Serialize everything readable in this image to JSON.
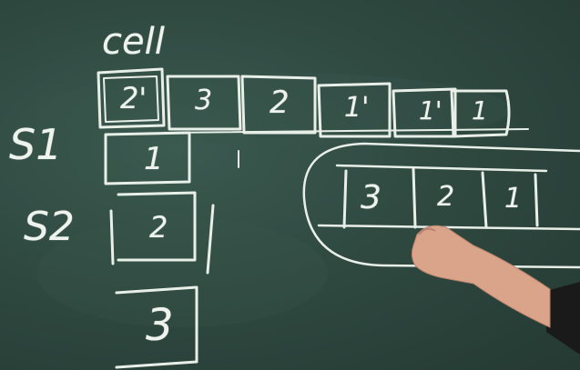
{
  "heading": "cell",
  "top_row": [
    "2'",
    "3",
    "2",
    "1'",
    "1'",
    "1"
  ],
  "labels": {
    "s1": "S1",
    "s2": "S2"
  },
  "stack": [
    "1",
    "2",
    "3"
  ],
  "loop_row": [
    "3",
    "2",
    "1"
  ],
  "colors": {
    "board": "#2f4840",
    "chalk": "#e8efe9",
    "sleeve": "#1a1a1a",
    "skin": "#d9a48a"
  }
}
